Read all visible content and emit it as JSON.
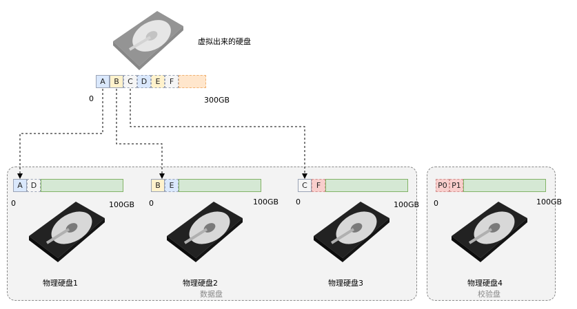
{
  "virtual": {
    "label": "虚拟出来的硬盘",
    "start": "0",
    "end": "300GB",
    "segments": [
      "A",
      "B",
      "C",
      "D",
      "E",
      "F",
      ""
    ]
  },
  "groups": {
    "data_label": "数据盘",
    "parity_label": "校验盘"
  },
  "disks": [
    {
      "name": "物理硬盘1",
      "start": "0",
      "end": "100GB",
      "segments": [
        "A",
        "D"
      ]
    },
    {
      "name": "物理硬盘2",
      "start": "0",
      "end": "100GB",
      "segments": [
        "B",
        "E"
      ]
    },
    {
      "name": "物理硬盘3",
      "start": "0",
      "end": "100GB",
      "segments": [
        "C",
        "F"
      ]
    },
    {
      "name": "物理硬盘4",
      "start": "0",
      "end": "100GB",
      "segments": [
        "P0",
        "P1"
      ]
    }
  ],
  "colors": {
    "blue": "#dae8fc",
    "yellow": "#fff2cc",
    "red": "#f8cecc",
    "orange": "#ffe6cc",
    "green": "#d5e8d4"
  }
}
